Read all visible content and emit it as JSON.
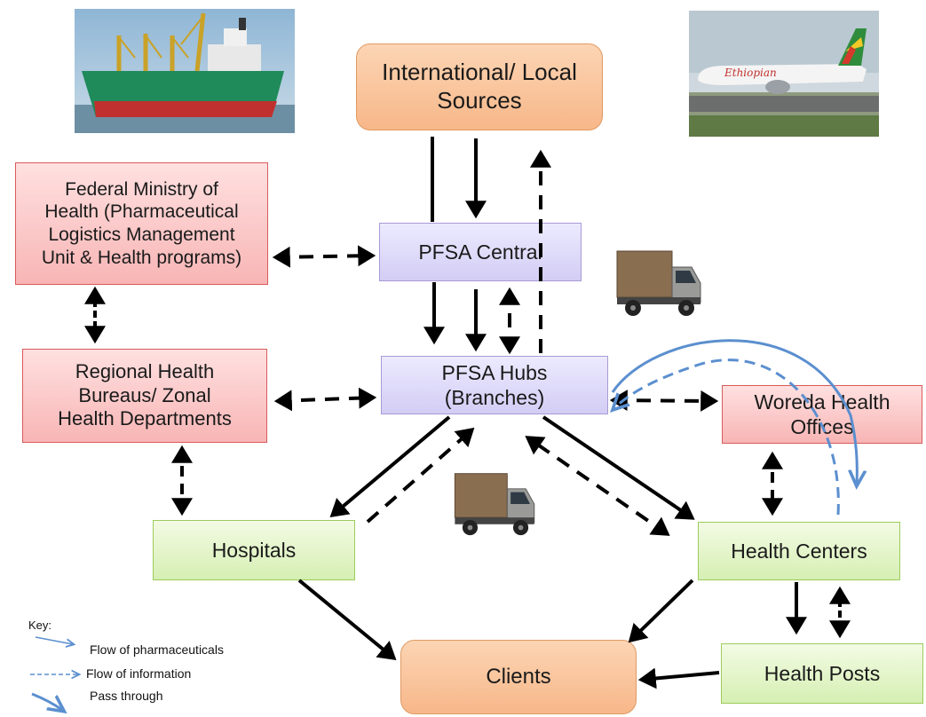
{
  "nodes": {
    "sources": "International/ Local\nSources",
    "fmoh": "Federal Ministry of\nHealth (Pharmaceutical\nLogistics Management\nUnit & Health programs)",
    "pfsa_central": "PFSA Central",
    "pfsa_hubs": "PFSA Hubs\n(Branches)",
    "regional": "Regional Health\nBureaus/ Zonal\nHealth Departments",
    "woreda": "Woreda Health\nOffices",
    "hospitals": "Hospitals",
    "health_centers": "Health Centers",
    "clients": "Clients",
    "health_posts": "Health Posts"
  },
  "key": {
    "title": "Key:",
    "pharma": "Flow of pharmaceuticals",
    "info": "Flow of information",
    "pass": "Pass through"
  },
  "images": {
    "ship": "cargo-ship",
    "plane": "airplane",
    "truck": "delivery-truck"
  },
  "colors": {
    "sources_clients": "#f9c49a",
    "pfsa": "#dcd6f7",
    "government": "#fbc9c9",
    "facilities": "#e2f3c7",
    "pass_through": "#5b8fcf"
  },
  "airline_text": "Ethiopian"
}
